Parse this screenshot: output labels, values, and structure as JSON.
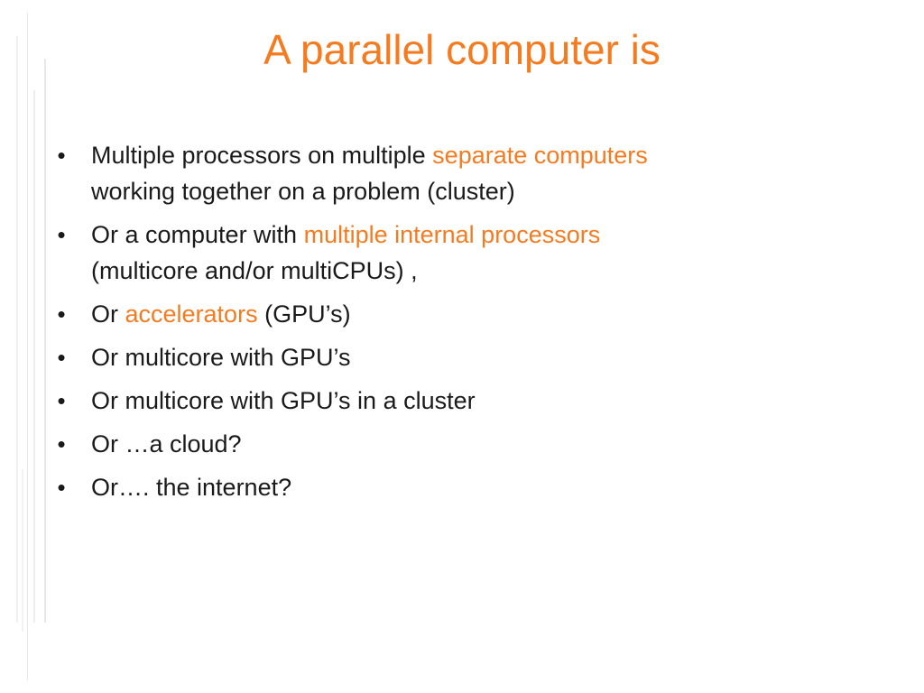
{
  "slide": {
    "title": "A parallel computer is",
    "accent_color": "#f57b20",
    "bullet_glyph": "•",
    "bullets": [
      {
        "before": "Multiple processors on multiple ",
        "highlight": "separate computers",
        "after": "",
        "continuation": "working together on a problem  (cluster)"
      },
      {
        "before": "Or a computer with ",
        "highlight": "multiple internal processors",
        "after": "",
        "continuation": "(multicore and/or multiCPUs) ,"
      },
      {
        "before": "Or ",
        "highlight": "accelerators",
        "after": " (GPU’s)"
      },
      {
        "text": "Or multicore with GPU’s"
      },
      {
        "text": "Or multicore with GPU’s in a cluster"
      },
      {
        "text": "Or …a cloud?"
      },
      {
        "text": "Or…. the internet?"
      }
    ]
  }
}
